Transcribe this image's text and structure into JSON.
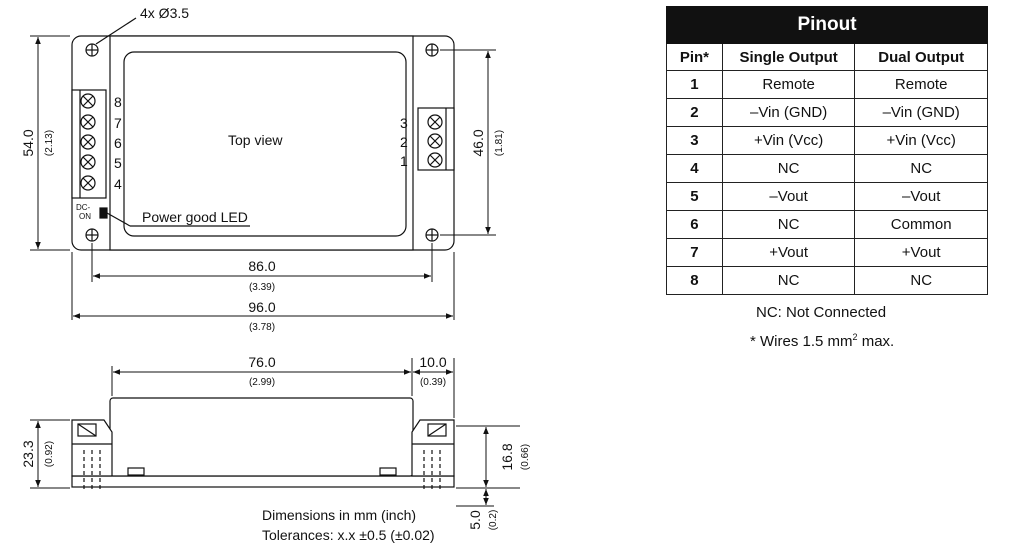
{
  "top_view": {
    "hole_callout": "4x Ø3.5",
    "view_label": "Top view",
    "led_label": "Power good LED",
    "dc_on_top": "DC-",
    "dc_on_bottom": "ON",
    "left_pins": [
      "8",
      "7",
      "6",
      "5",
      "4"
    ],
    "right_pins": [
      "3",
      "2",
      "1"
    ],
    "dim_86": "86.0",
    "dim_86_in": "(3.39)",
    "dim_96": "96.0",
    "dim_96_in": "(3.78)",
    "dim_54": "54.0",
    "dim_54_in": "(2.13)",
    "dim_46": "46.0",
    "dim_46_in": "(1.81)"
  },
  "side_view": {
    "dim_76": "76.0",
    "dim_76_in": "(2.99)",
    "dim_10": "10.0",
    "dim_10_in": "(0.39)",
    "dim_23": "23.3",
    "dim_23_in": "(0.92)",
    "dim_16": "16.8",
    "dim_16_in": "(0.66)",
    "dim_5": "5.0",
    "dim_5_in": "(0.2)"
  },
  "notes": {
    "line1": "Dimensions in mm (inch)",
    "line2": "Tolerances: x.x ±0.5 (±0.02)"
  },
  "pinout": {
    "title": "Pinout",
    "headers": [
      "Pin*",
      "Single Output",
      "Dual Output"
    ],
    "rows": [
      [
        "1",
        "Remote",
        "Remote"
      ],
      [
        "2",
        "–Vin (GND)",
        "–Vin (GND)"
      ],
      [
        "3",
        "+Vin (Vcc)",
        "+Vin (Vcc)"
      ],
      [
        "4",
        "NC",
        "NC"
      ],
      [
        "5",
        "–Vout",
        "–Vout"
      ],
      [
        "6",
        "NC",
        "Common"
      ],
      [
        "7",
        "+Vout",
        "+Vout"
      ],
      [
        "8",
        "NC",
        "NC"
      ]
    ],
    "nc_note": "NC: Not Connected",
    "wires_note_a": "* Wires 1.5 mm",
    "wires_note_sup": "2",
    "wires_note_b": " max."
  }
}
